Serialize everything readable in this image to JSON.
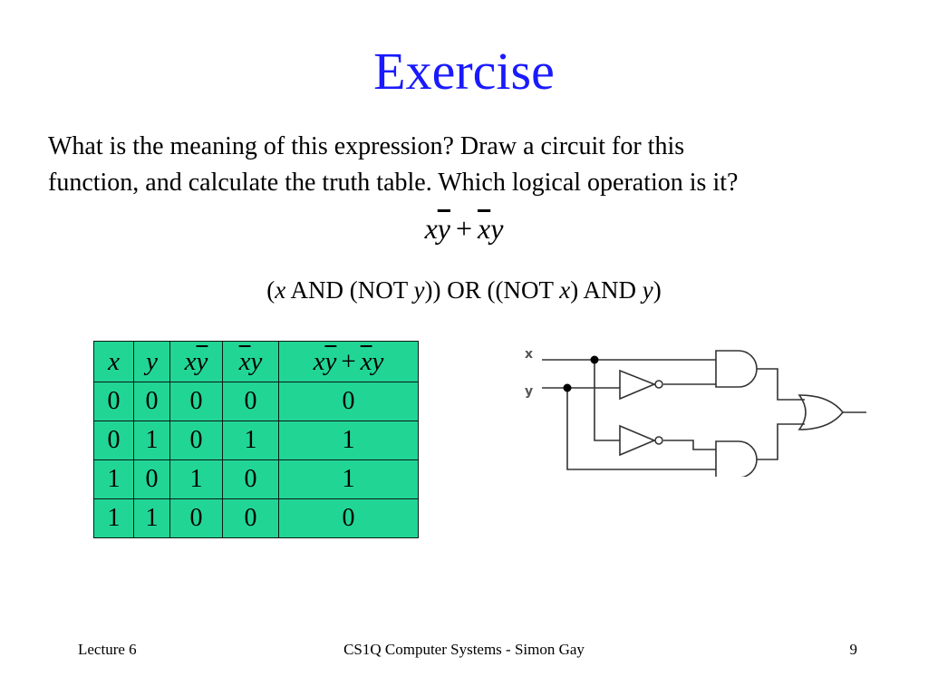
{
  "slide": {
    "title": "Exercise",
    "question_line1": "What is the meaning of this expression? Draw a circuit for this",
    "question_line2": "function, and calculate the truth table. Which logical operation is it?",
    "formula": {
      "t1_plain": "x",
      "t1_bar": "y",
      "plus": "+",
      "t2_bar": "x",
      "t2_plain": "y"
    },
    "english": {
      "p1": "(",
      "v1": "x",
      "p2": " AND (NOT ",
      "v2": "y",
      "p3": ")) OR ((NOT ",
      "v3": "x",
      "p4": ") AND ",
      "v4": "y",
      "p5": ")"
    }
  },
  "truth_table": {
    "headers": {
      "x": "x",
      "y": "y",
      "c3_plain": "x",
      "c3_bar": "y",
      "c4_bar": "x",
      "c4_plain": "y",
      "c5_t1_plain": "x",
      "c5_t1_bar": "y",
      "c5_plus": "+",
      "c5_t2_bar": "x",
      "c5_t2_plain": "y"
    },
    "rows": [
      [
        "0",
        "0",
        "0",
        "0",
        "0"
      ],
      [
        "0",
        "1",
        "0",
        "1",
        "1"
      ],
      [
        "1",
        "0",
        "1",
        "0",
        "1"
      ],
      [
        "1",
        "1",
        "0",
        "0",
        "0"
      ]
    ],
    "fill_color": "#21d695"
  },
  "circuit": {
    "input_x": "x",
    "input_y": "y"
  },
  "footer": {
    "left": "Lecture 6",
    "center": "CS1Q Computer Systems - Simon Gay",
    "page": "9"
  }
}
